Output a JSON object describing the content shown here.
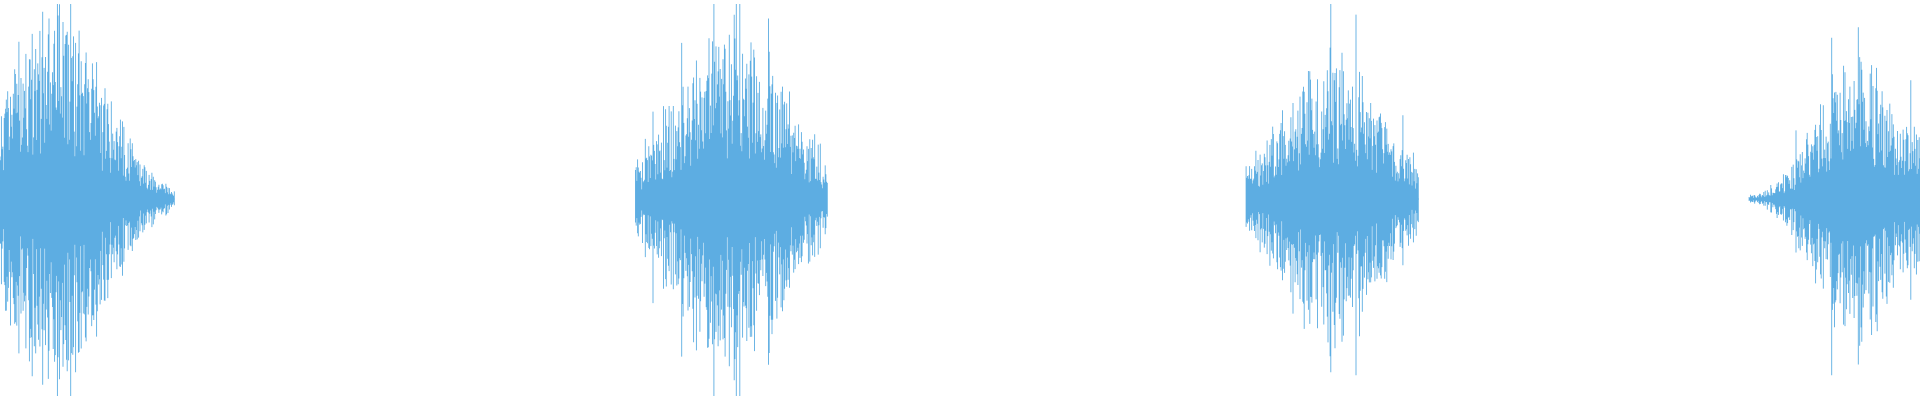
{
  "waveform": {
    "color": "#5dade2",
    "background": "#ffffff",
    "bursts": [
      {
        "center": 0.028,
        "span": 0.09,
        "peak": 0.46,
        "seed": 11,
        "shape": "left-cut"
      },
      {
        "center": 0.381,
        "span": 0.1,
        "peak": 0.41,
        "seed": 29,
        "shape": "full"
      },
      {
        "center": 0.694,
        "span": 0.09,
        "peak": 0.36,
        "seed": 47,
        "shape": "full"
      },
      {
        "center": 0.967,
        "span": 0.07,
        "peak": 0.36,
        "seed": 83,
        "shape": "right-cut"
      }
    ]
  }
}
